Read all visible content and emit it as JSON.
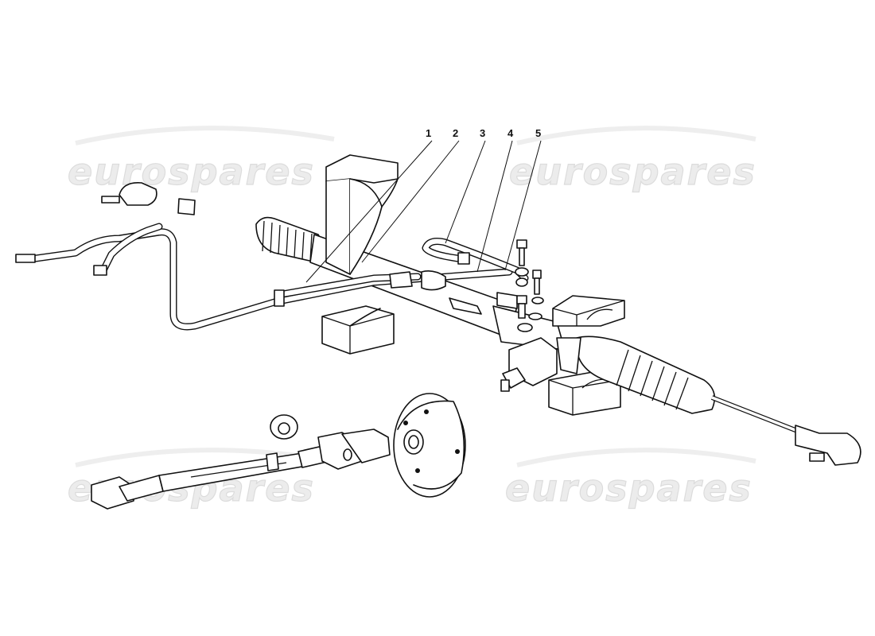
{
  "watermark": {
    "text": "eurospares",
    "color": "#dcdcdc"
  },
  "callouts": [
    {
      "label": "1"
    },
    {
      "label": "2"
    },
    {
      "label": "3"
    },
    {
      "label": "4"
    },
    {
      "label": "5"
    }
  ],
  "colors": {
    "line": "#111111",
    "background": "#ffffff"
  }
}
